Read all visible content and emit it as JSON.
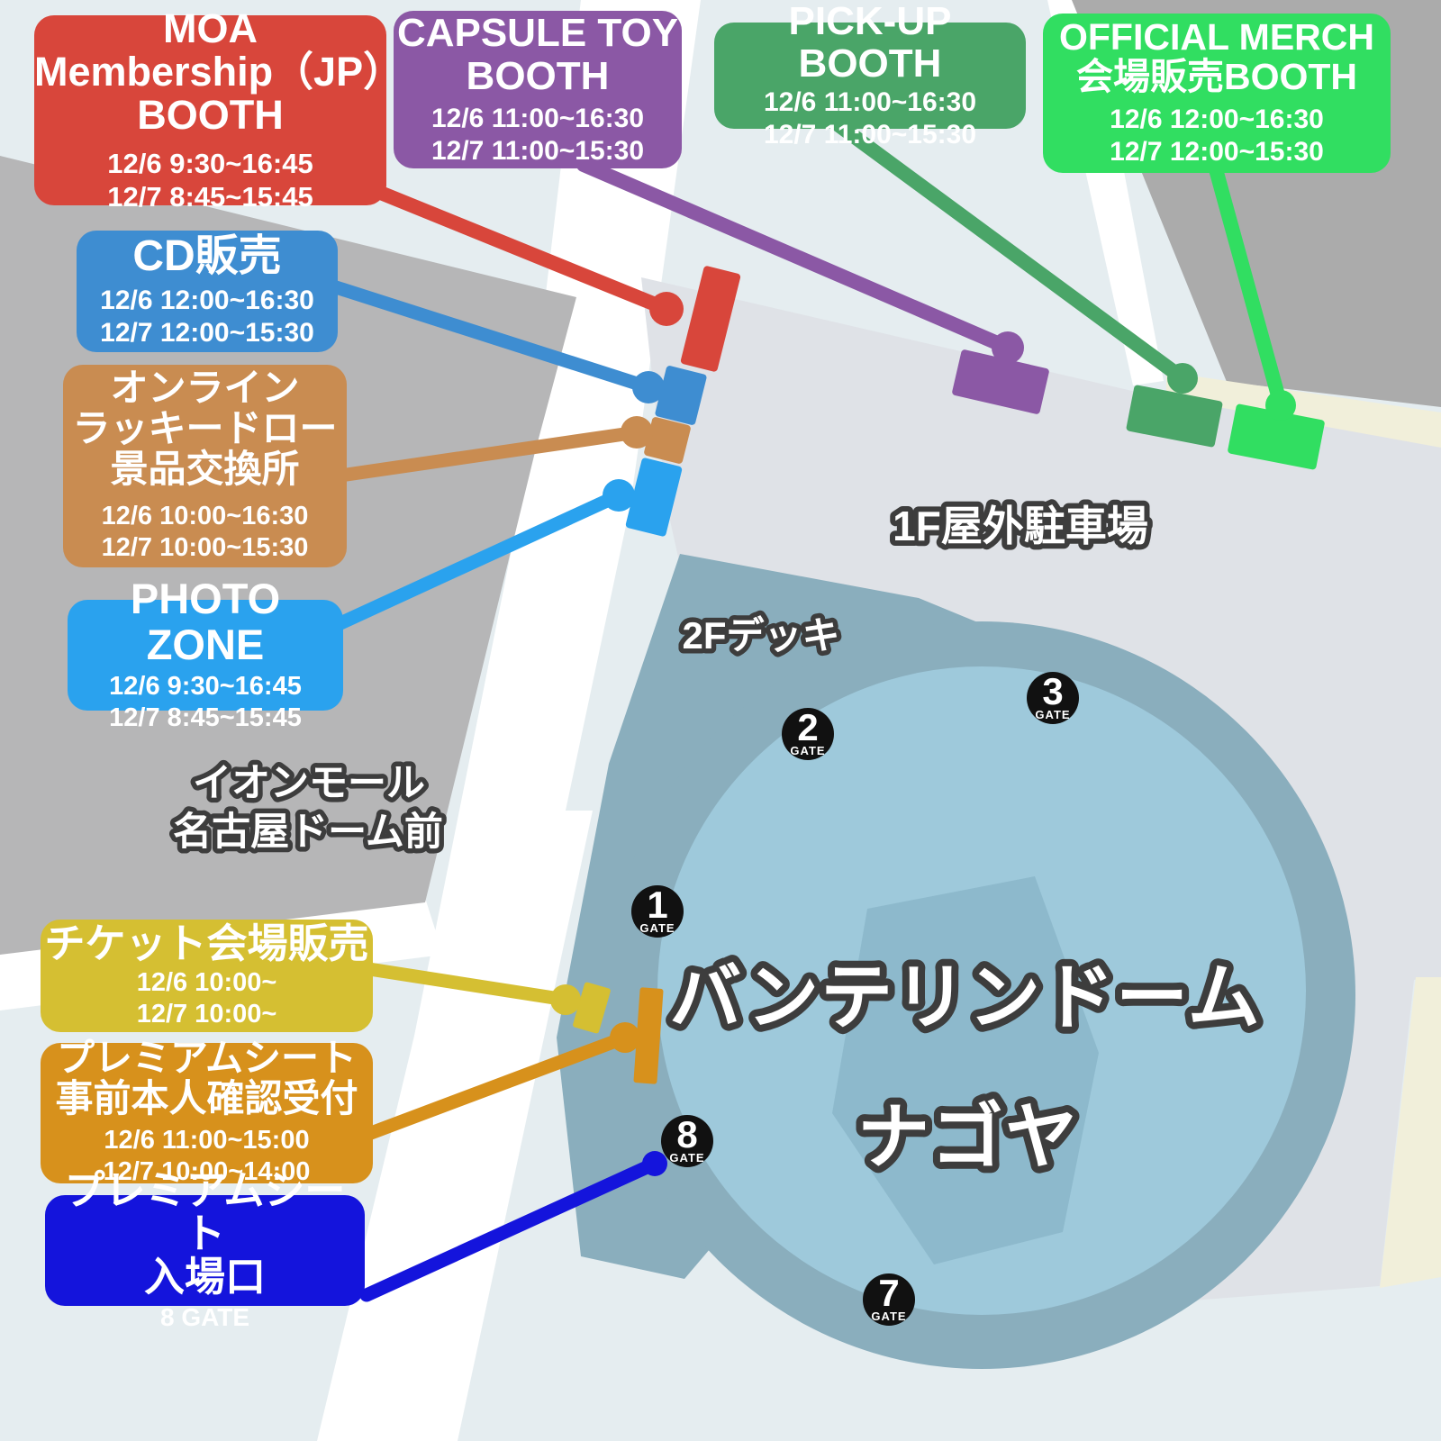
{
  "colors": {
    "background": "#e5edf0",
    "road_white": "#ffffff",
    "mall_building_gray": "#b6b6b7",
    "northeast_building_gray": "#ababab",
    "road_beige": "#f1efda",
    "parking_gray": "#dfe2e7",
    "deck_blue_gray": "#8aaebd",
    "dome_blue": "#9ec9db",
    "infield_blue": "#8db9cc",
    "gate_black": "#111111",
    "label_outline": "#3d3d3d",
    "moa_red": "#d8463b",
    "capsule_purple": "#8b58a5",
    "pickup_green": "#4aa568",
    "merch_green": "#31de61",
    "cd_blue": "#3e8dd1",
    "luckydraw_tan": "#c98c51",
    "photo_blue": "#2aa2ee",
    "ticket_yellow": "#d5bf32",
    "premium_reception_orange": "#d7911c",
    "premium_entrance_blue": "#1414dc"
  },
  "booths": [
    {
      "id": "moa-membership",
      "title_lines": [
        "MOA",
        "Membership（JP）",
        "BOOTH"
      ],
      "times": [
        "12/6  9:30~16:45",
        "12/7  8:45~15:45"
      ],
      "color": "#d8463b"
    },
    {
      "id": "capsule-toy",
      "title_lines": [
        "CAPSULE TOY",
        "BOOTH"
      ],
      "times": [
        "12/6  11:00~16:30",
        "12/7  11:00~15:30"
      ],
      "color": "#8b58a5"
    },
    {
      "id": "pick-up",
      "title_lines": [
        "PICK-UP BOOTH"
      ],
      "times": [
        "12/6  11:00~16:30",
        "12/7  11:00~15:30"
      ],
      "color": "#4aa568"
    },
    {
      "id": "official-merch",
      "title_lines": [
        "OFFICIAL MERCH",
        "会場販売BOOTH"
      ],
      "times": [
        "12/6  12:00~16:30",
        "12/7  12:00~15:30"
      ],
      "color": "#31de61"
    },
    {
      "id": "cd-sales",
      "title_lines": [
        "CD販売"
      ],
      "times": [
        "12/6  12:00~16:30",
        "12/7  12:00~15:30"
      ],
      "color": "#3e8dd1"
    },
    {
      "id": "online-lucky-draw",
      "title_lines": [
        "オンライン",
        "ラッキードロー",
        "景品交換所"
      ],
      "times": [
        "12/6  10:00~16:30",
        "12/7  10:00~15:30"
      ],
      "color": "#c98c51"
    },
    {
      "id": "photo-zone",
      "title_lines": [
        "PHOTO ZONE"
      ],
      "times": [
        "12/6  9:30~16:45",
        "12/7  8:45~15:45"
      ],
      "color": "#2aa2ee"
    },
    {
      "id": "ticket-sales",
      "title_lines": [
        "チケット会場販売"
      ],
      "times": [
        "12/6  10:00~",
        "12/7  10:00~"
      ],
      "color": "#d5bf32"
    },
    {
      "id": "premium-seat-reception",
      "title_lines": [
        "プレミアムシート",
        "事前本人確認受付"
      ],
      "times": [
        "12/6  11:00~15:00",
        "12/7  10:00~14:00"
      ],
      "color": "#d7911c"
    },
    {
      "id": "premium-seat-entrance",
      "title_lines": [
        "プレミアムシート",
        "入場口"
      ],
      "times": [
        "8 GATE"
      ],
      "color": "#1414dc"
    }
  ],
  "map": {
    "venue_name_line1": "バンテリンドーム",
    "venue_name_line2": "ナゴヤ",
    "parking_label": "1F屋外駐車場",
    "deck_label": "2Fデッキ",
    "mall_label_line1": "イオンモール",
    "mall_label_line2": "名古屋ドーム前",
    "gates": [
      {
        "number": "1",
        "label": "GATE"
      },
      {
        "number": "2",
        "label": "GATE"
      },
      {
        "number": "3",
        "label": "GATE"
      },
      {
        "number": "7",
        "label": "GATE"
      },
      {
        "number": "8",
        "label": "GATE"
      }
    ]
  }
}
